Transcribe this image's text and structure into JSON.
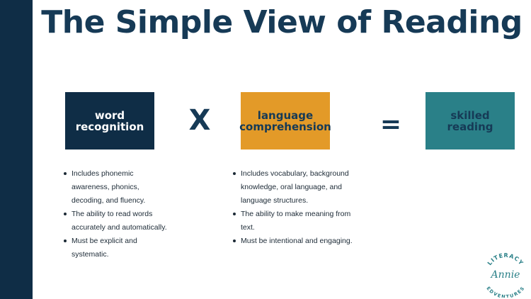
{
  "title": "The Simple View of Reading",
  "boxes": {
    "word_recognition": "word recognition",
    "language_comprehension": "language comprehension",
    "skilled_reading": "skilled reading"
  },
  "operators": {
    "times": "X",
    "equals": "="
  },
  "bullets_left": [
    "Includes phonemic awareness, phonics, decoding, and fluency.",
    "The ability to read words accurately and automatically.",
    "Must be explicit and systematic."
  ],
  "bullets_mid": [
    "Includes vocabulary, background knowledge, oral language, and language structures.",
    "The ability to make meaning from text.",
    "Must be intentional and engaging."
  ],
  "logo": {
    "top_text": "LITERACY",
    "center_text": "Annie",
    "bottom_text": "EDVENTURES"
  },
  "colors": {
    "navy": "#0f2d46",
    "orange": "#e39a28",
    "teal": "#2a8088"
  }
}
